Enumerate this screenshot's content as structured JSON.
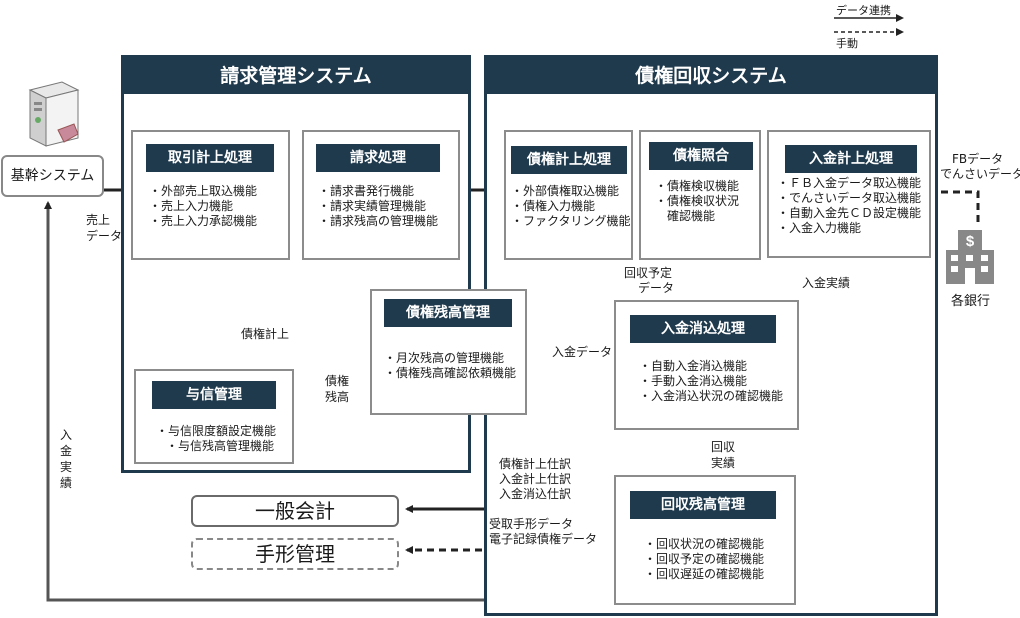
{
  "legend": {
    "data_link": "データ連携",
    "manual": "手動"
  },
  "core_system": {
    "label": "基幹システム"
  },
  "billing_system": {
    "title": "請求管理システム",
    "transaction_box": {
      "title": "取引計上処理",
      "items": [
        "・外部売上取込機能",
        "・売上入力機能",
        "・売上入力承認機能"
      ]
    },
    "invoice_box": {
      "title": "請求処理",
      "items": [
        "・請求書発行機能",
        "・請求実績管理機能",
        "・請求残高の管理機能"
      ]
    },
    "credit_box": {
      "title": "与信管理",
      "items": [
        "・与信限度額設定機能",
        "・与信残高管理機能"
      ]
    }
  },
  "collection_system": {
    "title": "債権回収システム",
    "receivable_box": {
      "title": "債権計上処理",
      "items": [
        "・外部債権取込機能",
        "・債権入力機能",
        "・ファクタリング機能"
      ]
    },
    "matching_box": {
      "title": "債権照合",
      "items": [
        "・債権検収機能",
        "・債権検収状況",
        "　確認機能"
      ]
    },
    "deposit_box": {
      "title": "入金計上処理",
      "items": [
        "・ＦＢ入金データ取込機能",
        "・でんさいデータ取込機能",
        "・自動入金先ＣＤ設定機能",
        "・入金入力機能"
      ]
    },
    "reconcile_box": {
      "title": "入金消込処理",
      "items": [
        "・自動入金消込機能",
        "・手動入金消込機能",
        "・入金消込状況の確認機能"
      ]
    },
    "balance_box": {
      "title": "回収残高管理",
      "items": [
        "・回収状況の確認機能",
        "・回収予定の確認機能",
        "・回収遅延の確認機能"
      ]
    }
  },
  "receivable_balance_box": {
    "title": "債権残高管理",
    "items": [
      "・月次残高の管理機能",
      "・債権残高確認依頼機能"
    ]
  },
  "general_ledger": {
    "label": "一般会計"
  },
  "bill_management": {
    "label": "手形管理"
  },
  "banks": {
    "label": "各銀行",
    "fb_data_1": "FBデータ",
    "fb_data_2": "でんさいデータ"
  },
  "flow_labels": {
    "sales_data_1": "売上",
    "sales_data_2": "データ",
    "receivable_posting": "債権計上",
    "credit_balance_1": "債権",
    "credit_balance_2": "残高",
    "deposit_data": "入金データ",
    "schedule_data_1": "回収予定",
    "schedule_data_2": "データ",
    "deposit_result": "入金実績",
    "collection_result_1": "回収",
    "collection_result_2": "実績",
    "journal_1": "債権計上仕訳",
    "journal_2": "入金計上仕訳",
    "journal_3": "入金消込仕訳",
    "bill_data_1": "受取手形データ",
    "bill_data_2": "電子記録債権データ",
    "deposit_vertical": "入金実績"
  }
}
